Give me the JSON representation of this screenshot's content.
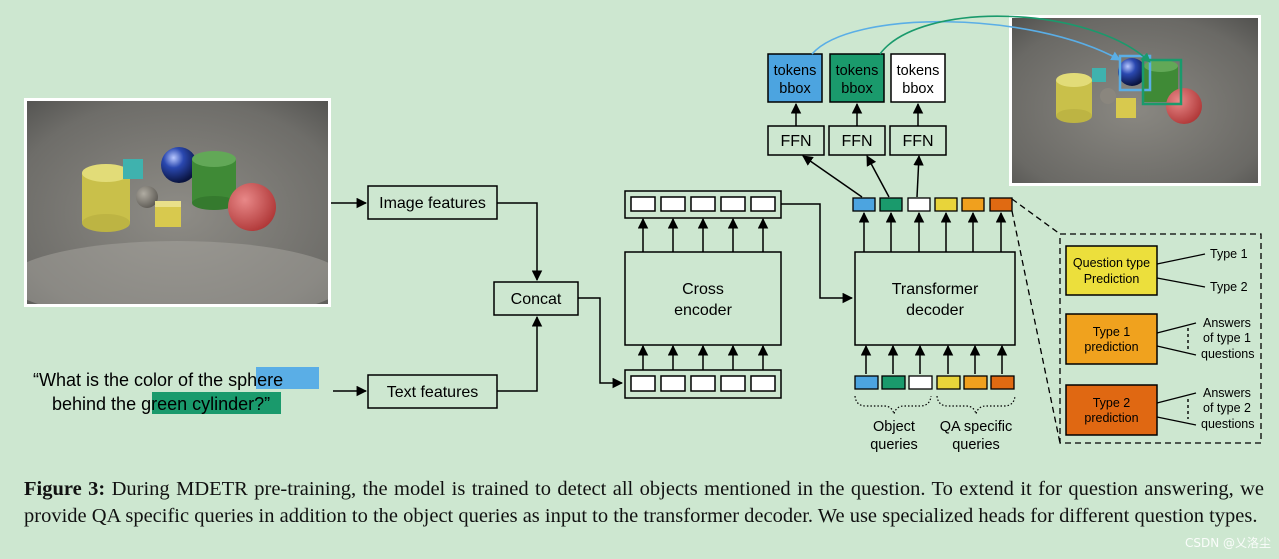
{
  "diagram": {
    "image_features": "Image features",
    "text_features": "Text features",
    "concat": "Concat",
    "cross_encoder": [
      "Cross",
      "encoder"
    ],
    "transformer_decoder": [
      "Transformer",
      "decoder"
    ],
    "ffn": "FFN",
    "outputs": [
      {
        "line1": "tokens",
        "line2": "bbox",
        "color": "#4ca4e0"
      },
      {
        "line1": "tokens",
        "line2": "bbox",
        "color": "#1a9a6c"
      },
      {
        "line1": "tokens",
        "line2": "bbox",
        "color": "#ffffff"
      }
    ],
    "question": {
      "open_quote": "“",
      "line1_before": "What is the color of the ",
      "highlight1": "sphere",
      "line2_before": "behind the ",
      "highlight2": "green cylinder",
      "line2_after": "?”"
    },
    "query_colors": [
      "#4ca4e0",
      "#1a9a6c",
      "#ffffff",
      "#e8d43a",
      "#f0a01e",
      "#e06a12"
    ],
    "object_queries_label": [
      "Object",
      "queries"
    ],
    "qa_queries_label": [
      "QA specific",
      "queries"
    ],
    "heads": [
      {
        "title": [
          "Question type",
          "Prediction"
        ],
        "color": "#ecdf3c",
        "answers": [
          "Type 1",
          "Type 2"
        ]
      },
      {
        "title": [
          "Type 1",
          "prediction"
        ],
        "color": "#f0a21e",
        "answers": [
          "Answers",
          "of type 1",
          "questions"
        ]
      },
      {
        "title": [
          "Type 2",
          "prediction"
        ],
        "color": "#e06812",
        "answers": [
          "Answers",
          "of type 2",
          "questions"
        ]
      }
    ],
    "highlight_colors": {
      "blue": "#5aaee6",
      "green": "#1a9a6c"
    }
  },
  "caption": {
    "label": "Figure 3:",
    "text": "During MDETR pre-training, the model is trained to detect all objects mentioned in the question.  To extend it for question answering, we provide QA specific queries in addition to the object queries as input to the transformer decoder. We use specialized heads for different question types."
  },
  "watermark": "CSDN @乂洛尘"
}
